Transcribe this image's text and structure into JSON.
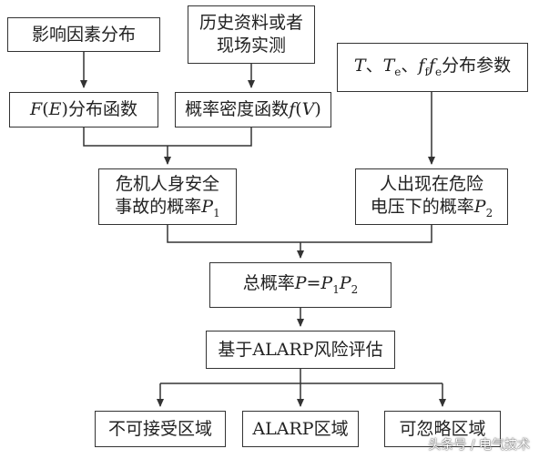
{
  "nodes": {
    "factors": "影响因素分布",
    "history_line1": "历史资料或者",
    "history_line2": "现场实测",
    "params_T": "T",
    "params_sep1": "、",
    "params_Te_T": "T",
    "params_Te_sub": "e",
    "params_sep2": "、",
    "params_ff_f": "f",
    "params_ff_sub": "f",
    "params_fe_f": "f",
    "params_fe_sub": "e",
    "params_rest": "分布参数",
    "fe_F": "F",
    "fe_open": "(",
    "fe_E": "E",
    "fe_close": ")",
    "fe_rest": "分布函数",
    "density_text": "概率密度函数",
    "density_f": "f",
    "density_open": "(",
    "density_V": "V",
    "density_close": ")",
    "danger_line1": "危机人身安全",
    "danger_line2a": "事故的概率",
    "danger_P": "P",
    "danger_sub": "1",
    "voltage_line1": "人出现在危险",
    "voltage_line2a": "电压下的概率",
    "voltage_P": "P",
    "voltage_sub": "2",
    "total_a": "总概率",
    "total_P": "P",
    "total_eq": "=",
    "total_P1": "P",
    "total_sub1": "1",
    "total_P2": "P",
    "total_sub2": "2",
    "alarp_eval": "基于ALARP风险评估",
    "unacceptable": "不可接受区域",
    "alarp_region": "ALARP区域",
    "negligible": "可忽略区域"
  },
  "watermark": "头条号 / 电气技术"
}
